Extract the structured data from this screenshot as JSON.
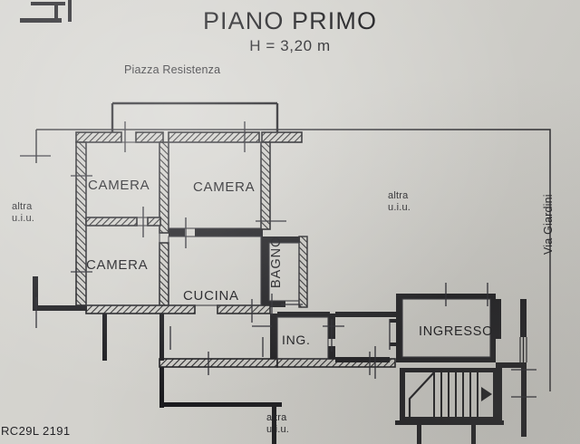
{
  "title": {
    "main": "PIANO PRIMO",
    "subtitle": "H = 3,20 m"
  },
  "streets": {
    "top": "Piazza Resistenza",
    "right": "Via Giardini"
  },
  "adjacent_units": {
    "left": "altra\nu.i.u.",
    "right": "altra\nu.i.u.",
    "bottom": "altra\nu.i.u.",
    "left_line1": "altra",
    "left_line2": "u.i.u.",
    "right_line1": "altra",
    "right_line2": "u.i.u.",
    "bottom_line1": "altra",
    "bottom_line2": "u.i.u."
  },
  "rooms": [
    {
      "id": "camera-1",
      "label": "CAMERA"
    },
    {
      "id": "camera-2",
      "label": "CAMERA"
    },
    {
      "id": "camera-3",
      "label": "CAMERA"
    },
    {
      "id": "cucina",
      "label": "CUCINA"
    },
    {
      "id": "bagno",
      "label": "BAGNO"
    },
    {
      "id": "ing",
      "label": "ING."
    },
    {
      "id": "ingresso",
      "label": "INGRESSO"
    }
  ],
  "footer": {
    "code": "RC29L 2191"
  },
  "colors": {
    "paper": "#d2d1cc",
    "ink": "#16161a",
    "wall_fill": "#1a1a1c",
    "room_fill": "#cfcec9"
  },
  "drawing": {
    "type": "architectural-floor-plan",
    "floor": "first floor",
    "ceiling_height_m": 3.2,
    "stair_treads": 8
  }
}
